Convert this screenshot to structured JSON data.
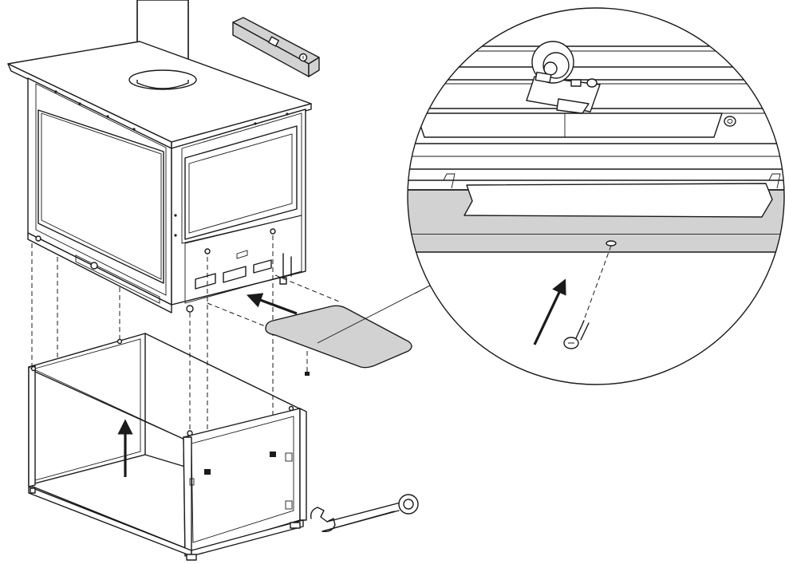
{
  "figure": {
    "kind": "assembly-instruction-drawing",
    "fill_colors": {
      "line": "#1a1a1a",
      "paper": "#ffffff",
      "shade": "#d2d2d2"
    },
    "parts": [
      "fireplace-insert",
      "flue-pipe",
      "spirit-level",
      "base-stand",
      "cover-plate",
      "screw",
      "wrench"
    ],
    "icons": [
      "arrow-icon",
      "magnifier-detail-icon"
    ]
  }
}
